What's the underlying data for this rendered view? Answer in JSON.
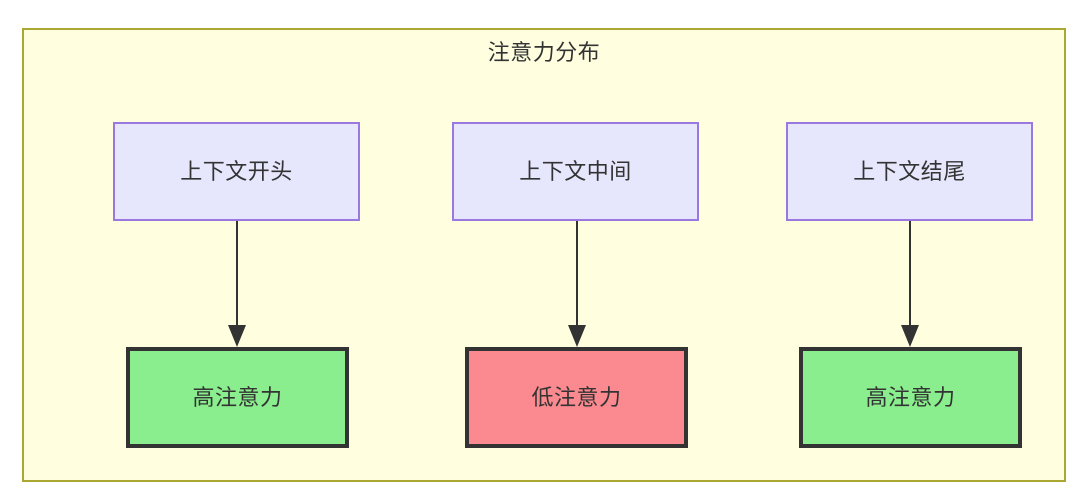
{
  "diagram": {
    "title": "注意力分布",
    "colors": {
      "container_fill": "#ffffe0",
      "container_border": "#aaa833",
      "source_fill": "#e6e6fd",
      "source_border": "#9b77e0",
      "node_border": "#333333",
      "high_attention_fill": "#8aee8e",
      "low_attention_fill": "#fb8a90",
      "edge_color": "#333333",
      "text_color": "#333333"
    },
    "sources": [
      {
        "id": "context-start",
        "label": "上下文开头"
      },
      {
        "id": "context-middle",
        "label": "上下文中间"
      },
      {
        "id": "context-end",
        "label": "上下文结尾"
      }
    ],
    "targets": [
      {
        "id": "high-attention-start",
        "label": "高注意力",
        "level": "high"
      },
      {
        "id": "low-attention-middle",
        "label": "低注意力",
        "level": "low"
      },
      {
        "id": "high-attention-end",
        "label": "高注意力",
        "level": "high"
      }
    ],
    "edges": [
      {
        "from": "context-start",
        "to": "high-attention-start"
      },
      {
        "from": "context-middle",
        "to": "low-attention-middle"
      },
      {
        "from": "context-end",
        "to": "high-attention-end"
      }
    ]
  }
}
